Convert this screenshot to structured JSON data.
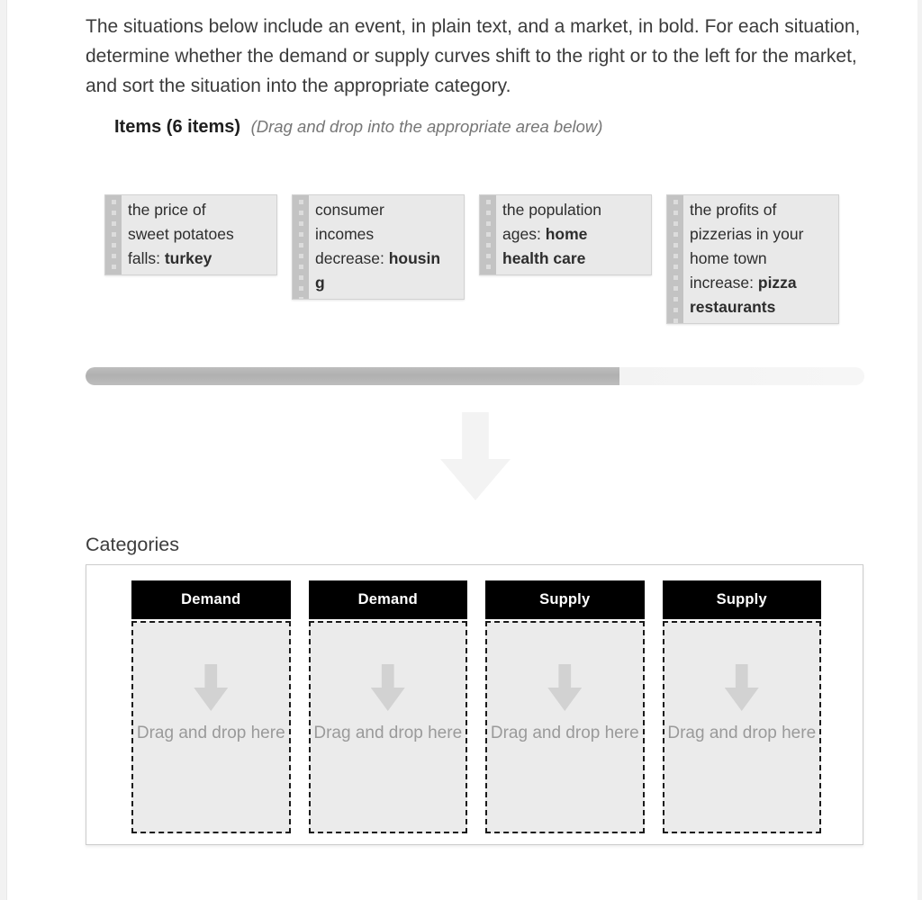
{
  "instructions": "The situations below include an event, in plain text, and a market, in bold. For each situation, determine whether the demand or supply curves shift to the right or to the left for the market, and sort the situation into the appropriate category.",
  "items_header": {
    "label": "Items (6 items)",
    "hint": "(Drag and drop into the appropriate area below)"
  },
  "items": [
    {
      "lines": [
        [
          {
            "t": "the price of"
          }
        ],
        [
          {
            "t": "sweet potatoes"
          }
        ],
        [
          {
            "t": "falls: "
          },
          {
            "t": "turkey",
            "b": true
          }
        ]
      ]
    },
    {
      "lines": [
        [
          {
            "t": "consumer"
          }
        ],
        [
          {
            "t": "incomes"
          }
        ],
        [
          {
            "t": "decrease: "
          },
          {
            "t": "housin",
            "b": true
          }
        ],
        [
          {
            "t": "g",
            "b": true
          }
        ]
      ]
    },
    {
      "lines": [
        [
          {
            "t": "the population"
          }
        ],
        [
          {
            "t": "ages: "
          },
          {
            "t": "home",
            "b": true
          }
        ],
        [
          {
            "t": "health care",
            "b": true
          }
        ]
      ]
    },
    {
      "lines": [
        [
          {
            "t": "the profits of"
          }
        ],
        [
          {
            "t": "pizzerias in your"
          }
        ],
        [
          {
            "t": "home town"
          }
        ],
        [
          {
            "t": "increase: "
          },
          {
            "t": "pizza",
            "b": true
          }
        ],
        [
          {
            "t": "restaurants",
            "b": true
          }
        ]
      ]
    }
  ],
  "scrollbar": {
    "thumb_percent": 68.5
  },
  "categories_title": "Categories",
  "categories": [
    {
      "label": "Demand",
      "placeholder": "Drag and drop here"
    },
    {
      "label": "Demand",
      "placeholder": "Drag and drop here"
    },
    {
      "label": "Supply",
      "placeholder": "Drag and drop here"
    },
    {
      "label": "Supply",
      "placeholder": "Drag and drop here"
    }
  ],
  "colors": {
    "text-main": "#3b3b3b",
    "muted": "#767676",
    "edge": "#f2f2f2",
    "card-bg": "#e9e9e9",
    "card-border": "#d2d2d2",
    "handle": "#c3c3c3",
    "handle-dot": "#dcdcdc",
    "arrow-light": "#f3f3f3",
    "arrow-mid": "#d2d2d2",
    "title": "#3c3c3c",
    "box-border": "#cccccc",
    "header-bg": "#000000",
    "header-text": "#ffffff",
    "zone-bg": "#ebebeb",
    "zone-border": "#1a1a1a",
    "placeholder": "#9a9a9a"
  }
}
